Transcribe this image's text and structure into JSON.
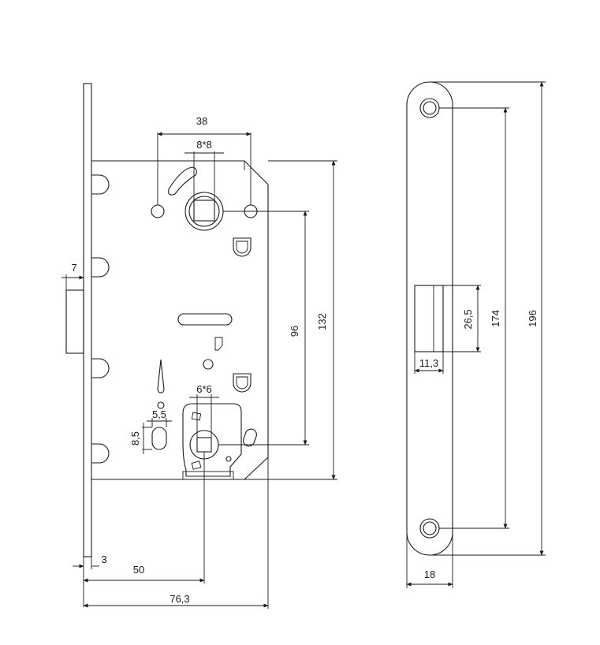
{
  "front_view": {
    "dimensions": {
      "spindle_spacing": "38",
      "spindle_square": "8*8",
      "faceplate_thickness": "7",
      "backset_offset": "3",
      "backset": "50",
      "body_width": "76,3",
      "slot_width": "5,5",
      "slot_height": "8,5",
      "bolt_square": "6*6",
      "center_distance": "96",
      "body_height": "132"
    }
  },
  "side_view": {
    "dimensions": {
      "latch_height": "26,5",
      "latch_width": "11,3",
      "screw_spacing": "174",
      "plate_height": "196",
      "plate_width": "18"
    }
  }
}
